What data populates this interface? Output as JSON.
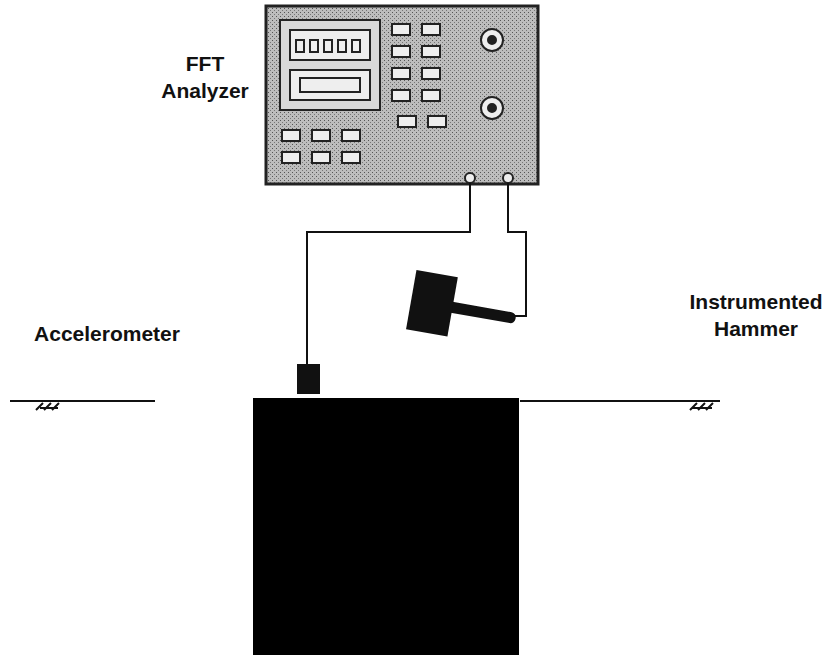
{
  "diagram": {
    "labels": [
      "FFT Analyzer",
      "Accelerometer",
      "Instrumented Hammer"
    ]
  }
}
